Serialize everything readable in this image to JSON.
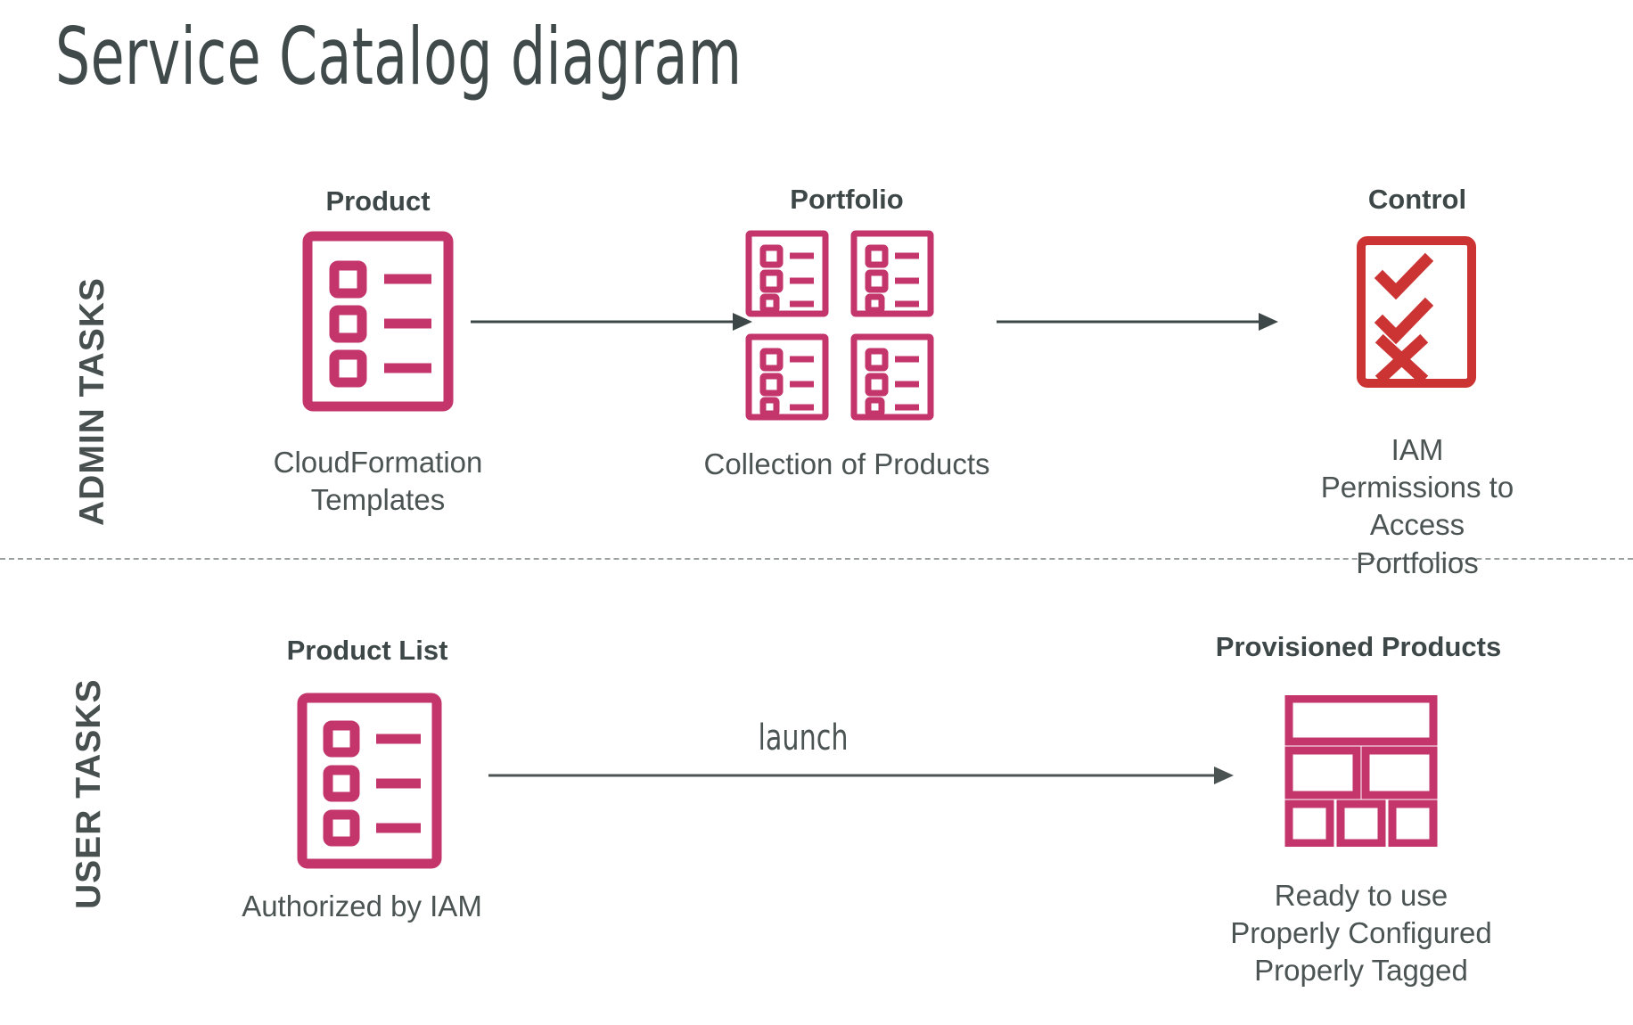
{
  "title": "Service Catalog diagram",
  "colors": {
    "accent_pink": "#C3356B",
    "control_red": "#CC3333",
    "text_dark": "#3E4747",
    "text_body": "#4B5353",
    "arrow": "#3E4747",
    "divider": "#9A9F9F",
    "background": "#FFFFFF"
  },
  "lanes": [
    {
      "id": "admin",
      "label": "ADMIN TASKS"
    },
    {
      "id": "user",
      "label": "USER TASKS"
    }
  ],
  "admin_lane": {
    "nodes": [
      {
        "id": "product",
        "heading": "Product",
        "caption": "CloudFormation\nTemplates",
        "icon": "product-list-icon"
      },
      {
        "id": "portfolio",
        "heading": "Portfolio",
        "caption": "Collection of Products",
        "icon": "portfolio-grid-icon"
      },
      {
        "id": "control",
        "heading": "Control",
        "caption": "IAM Permissions to\nAccess Portfolios",
        "icon": "checklist-control-icon"
      }
    ],
    "arrows": [
      {
        "id": "product-to-portfolio",
        "label": ""
      },
      {
        "id": "portfolio-to-control",
        "label": ""
      }
    ]
  },
  "user_lane": {
    "nodes": [
      {
        "id": "product-list",
        "heading": "Product List",
        "caption": "Authorized by IAM",
        "icon": "product-list-icon"
      },
      {
        "id": "provisioned-products",
        "heading": "Provisioned Products",
        "caption": "Ready to use\nProperly Configured\nProperly Tagged",
        "icon": "provisioned-blocks-icon"
      }
    ],
    "arrows": [
      {
        "id": "launch-arrow",
        "label": "launch"
      }
    ]
  }
}
